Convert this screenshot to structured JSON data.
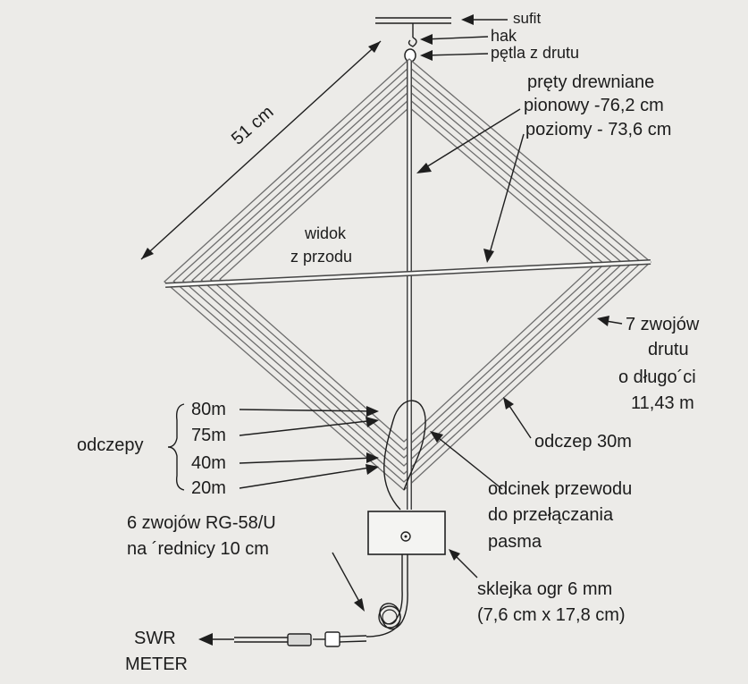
{
  "labels": {
    "ceiling": "sufit",
    "hook": "hak",
    "wire_loop": "pętla z drutu",
    "wooden_rods": "pręty drewniane",
    "vertical_rod": "pionowy -76,2 cm",
    "horizontal_rod": "poziomy - 73,6 cm",
    "side_length": "51 cm",
    "front_view_1": "widok",
    "front_view_2": "z przodu",
    "turns_1": "7 zwojów",
    "turns_2": "drutu",
    "turns_3": "o długo´ci",
    "turns_4": "11,43 m",
    "tap_30m": "odczep 30m",
    "taps": "odczepy",
    "tap_80m": "80m",
    "tap_75m": "75m",
    "tap_40m": "40m",
    "tap_20m": "20m",
    "band_wire_1": "odcinek przewodu",
    "band_wire_2": "do przełączania",
    "band_wire_3": "pasma",
    "coax_1": "6 zwojów RG-58/U",
    "coax_2": "na ´rednicy 10 cm",
    "plywood_1": "sklejka ogr 6 mm",
    "plywood_2": "(7,6 cm x 17,8 cm)",
    "swr_1": "SWR",
    "swr_2": "METER"
  }
}
